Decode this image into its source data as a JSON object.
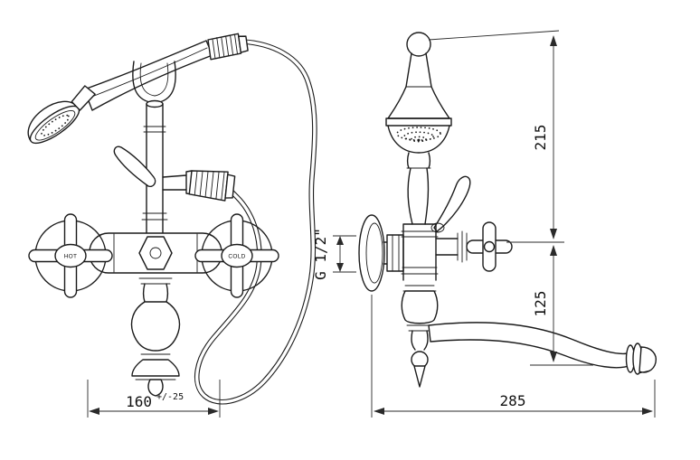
{
  "drawing": {
    "kind": "faucet-technical-drawing",
    "line_color": "#1b1b1b",
    "background": "#ffffff",
    "labels": {
      "hot": "HOT",
      "cold": "COLD",
      "thread": "G 1/2\""
    },
    "dimensions": {
      "front_width": {
        "value": "160",
        "tolerance": "+/-25"
      },
      "height_upper": "215",
      "height_lower": "125",
      "side_depth": "285"
    }
  }
}
